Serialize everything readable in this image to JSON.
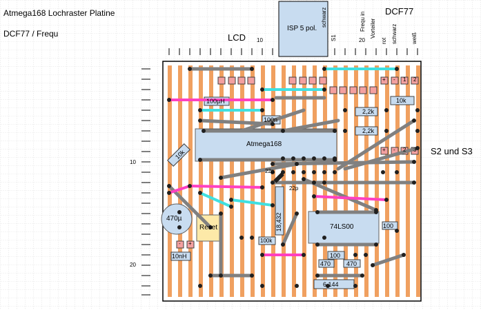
{
  "header": {
    "title": "Atmega168 Lochraster Platine",
    "subtitle": "DCF77 / Frequ",
    "lcd": "LCD",
    "dcf77": "DCF77",
    "s2s3": "S2 und S3"
  },
  "top_pins": {
    "num10": "10",
    "num20": "20",
    "isp": "ISP 5 pol.",
    "schwarz1": "schwarz",
    "s1": "S1",
    "frequ_in": "Frequ in",
    "vorteiler": "Vorteiler",
    "rot": "rot",
    "schwarz2": "schwarz",
    "weiss": "weiß"
  },
  "side_numbers": {
    "n10": "10",
    "n20": "20"
  },
  "components": {
    "atmega": "Atmega168",
    "ls00": "74LS00",
    "reset": "Reset",
    "cap470": "470µ",
    "ind100": "100µH",
    "ind10n": "10nH",
    "r100n": "100n",
    "r10k_a": "10k",
    "r10k_b": "10k",
    "r2k2_a": "2,2k",
    "r2k2_b": "2,2k",
    "c22p_a": "22p",
    "c22p_b": "22p",
    "crystal": "18,432",
    "r100k": "100k",
    "r100_a": "100",
    "r100_b": "100",
    "r470_a": "470",
    "r470_b": "470",
    "xtal6144": "6,144",
    "plus": "+",
    "minus": "-",
    "one": "1",
    "two": "2",
    "three": "3"
  },
  "colors": {
    "strip": "#f0a060",
    "board_border": "#000000",
    "wire_gray": "#808080",
    "wire_cyan": "#40e0e0",
    "wire_magenta": "#ff40c0",
    "chip_fill": "#c8dcf0",
    "pad_red": "#f4a0a0",
    "reset_fill": "#fde9a8"
  }
}
